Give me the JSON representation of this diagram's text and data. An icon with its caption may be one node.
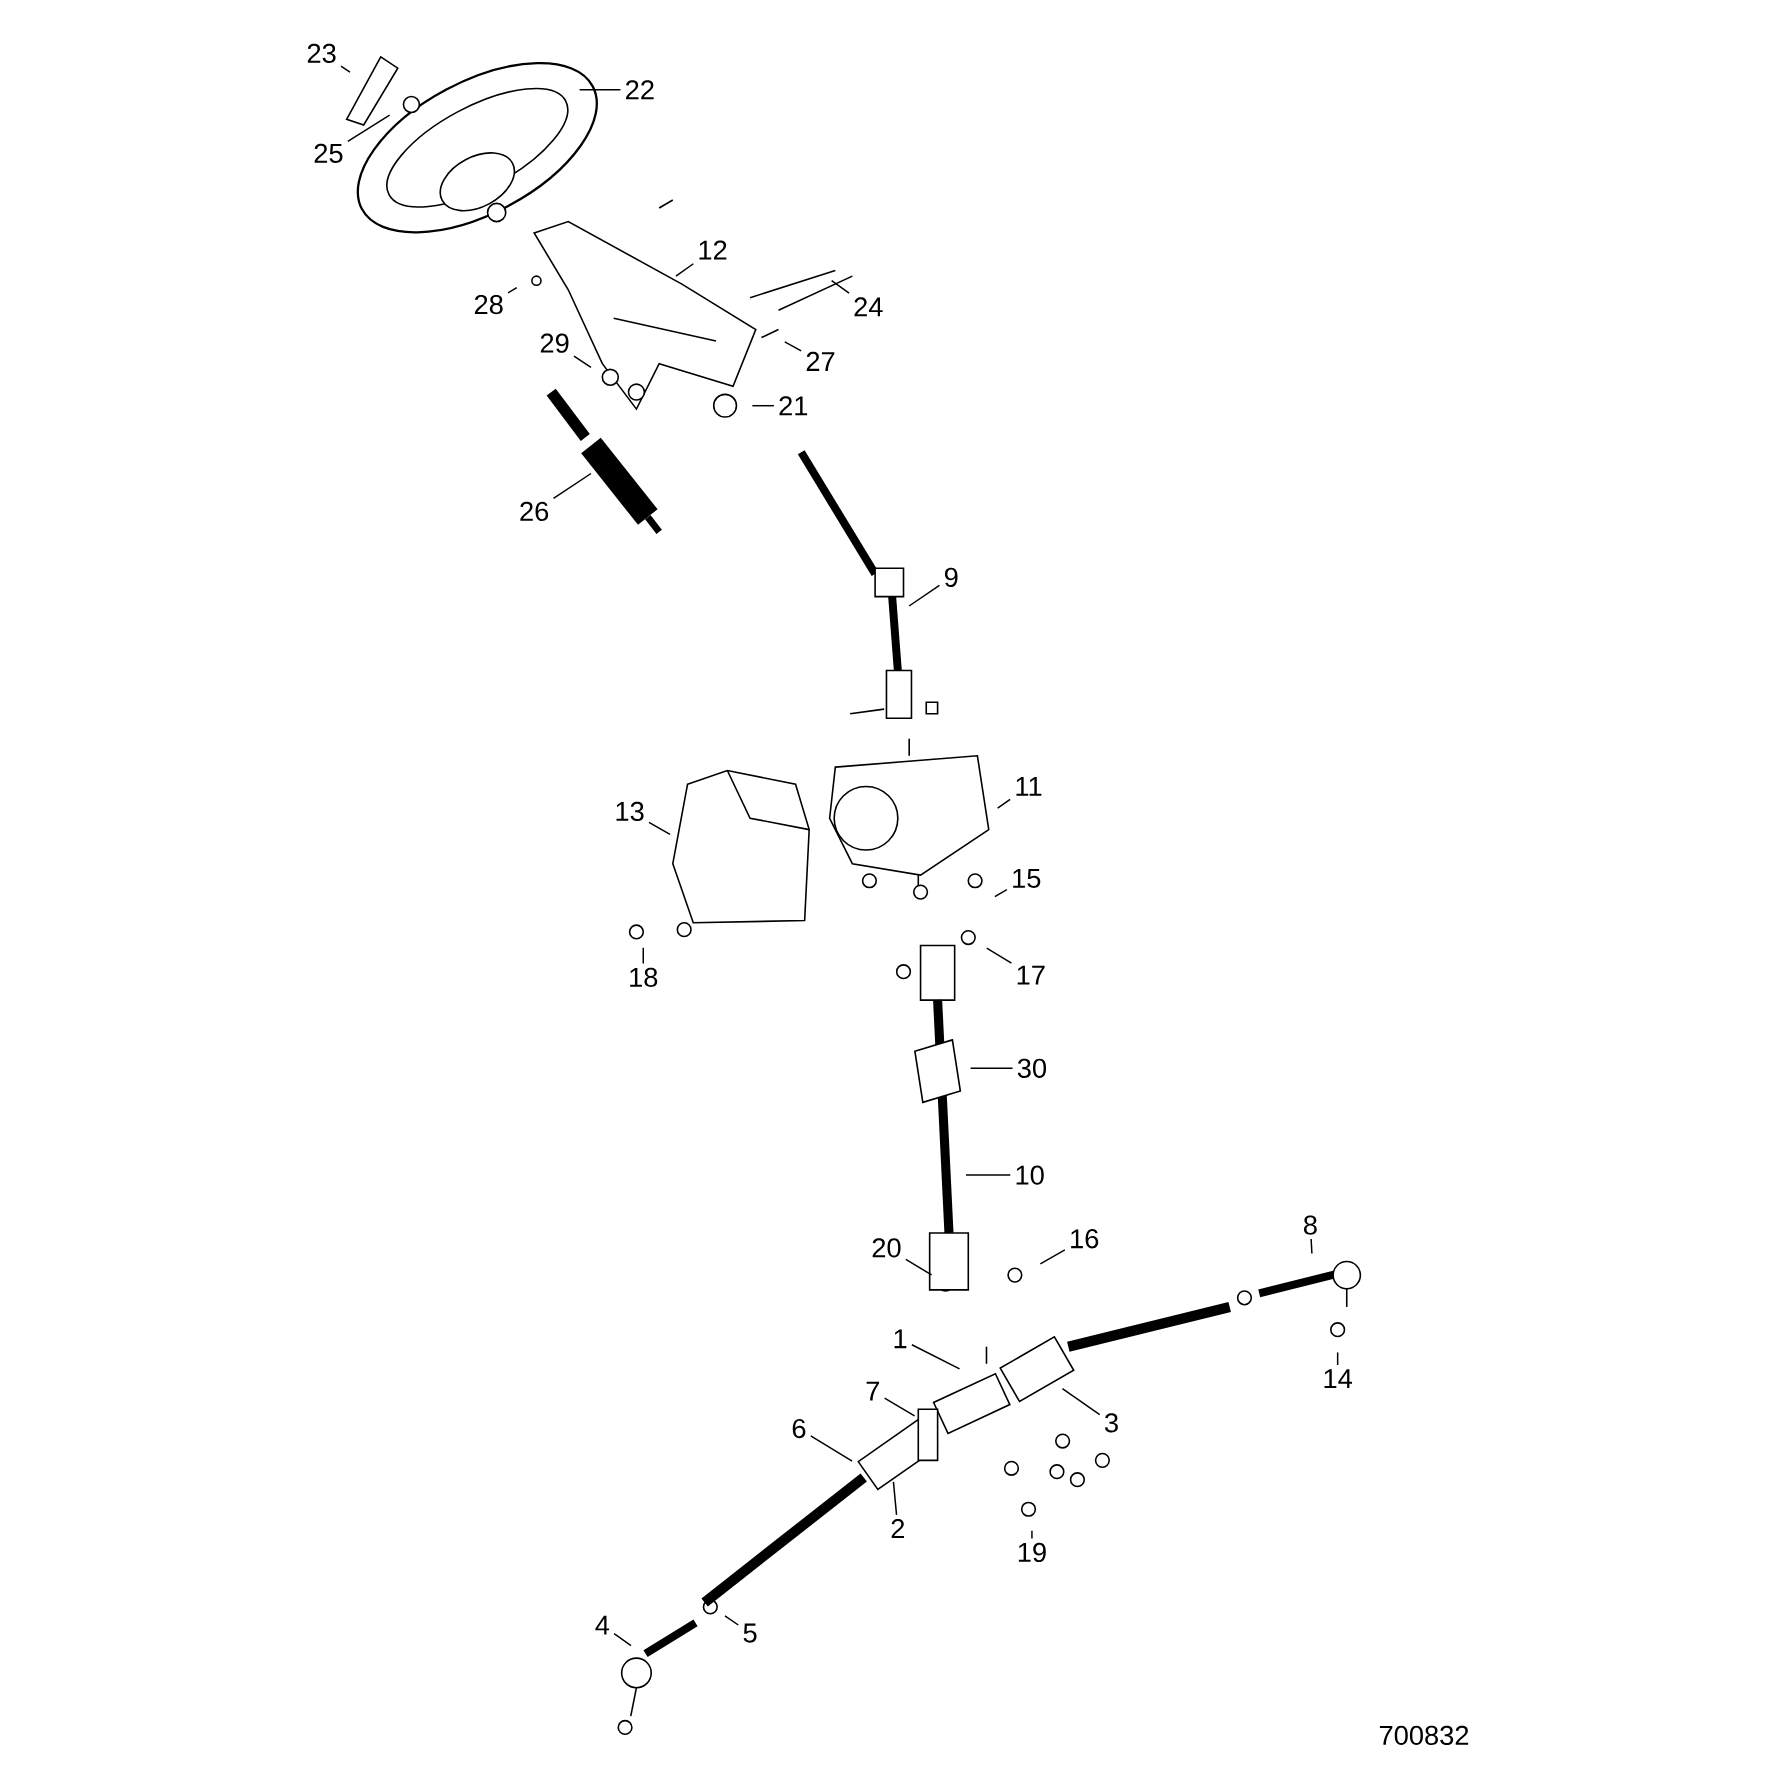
{
  "diagram": {
    "nodes": [
      {
        "text": [
          "1"
        ]
      },
      {
        "text": [
          "2"
        ]
      },
      {
        "text": [
          "3"
        ]
      },
      {
        "text": [
          "4"
        ]
      },
      {
        "text": [
          "5"
        ]
      },
      {
        "text": [
          "6"
        ]
      },
      {
        "text": [
          "7"
        ]
      },
      {
        "text": [
          "8"
        ]
      },
      {
        "text": [
          "9"
        ]
      },
      {
        "text": [
          "10"
        ]
      },
      {
        "text": [
          "11"
        ]
      },
      {
        "text": [
          "12"
        ]
      },
      {
        "text": [
          "13"
        ]
      },
      {
        "text": [
          "14"
        ]
      },
      {
        "text": [
          "15"
        ]
      },
      {
        "text": [
          "16"
        ]
      },
      {
        "text": [
          "17"
        ]
      },
      {
        "text": [
          "18"
        ]
      },
      {
        "text": [
          "19"
        ]
      },
      {
        "text": [
          "20"
        ]
      },
      {
        "text": [
          "21"
        ]
      },
      {
        "text": [
          "22"
        ]
      },
      {
        "text": [
          "23"
        ]
      },
      {
        "text": [
          "24"
        ]
      },
      {
        "text": [
          "25"
        ]
      },
      {
        "text": [
          "26"
        ]
      },
      {
        "text": [
          "27"
        ]
      },
      {
        "text": [
          "28"
        ]
      },
      {
        "text": [
          "29"
        ]
      },
      {
        "text": [
          "30"
        ]
      }
    ],
    "edges": [
      {
        "from": 0,
        "to": null,
        "arrow": "none"
      },
      {
        "from": 1,
        "to": null,
        "arrow": "none"
      },
      {
        "from": 2,
        "to": null,
        "arrow": "none"
      },
      {
        "from": 3,
        "to": null,
        "arrow": "none"
      },
      {
        "from": 4,
        "to": null,
        "arrow": "none"
      },
      {
        "from": 5,
        "to": null,
        "arrow": "none"
      },
      {
        "from": 6,
        "to": null,
        "arrow": "none"
      },
      {
        "from": 7,
        "to": null,
        "arrow": "none"
      },
      {
        "from": 8,
        "to": null,
        "arrow": "none"
      },
      {
        "from": 9,
        "to": null,
        "arrow": "none"
      },
      {
        "from": 10,
        "to": null,
        "arrow": "none"
      },
      {
        "from": 11,
        "to": null,
        "arrow": "none"
      },
      {
        "from": 12,
        "to": null,
        "arrow": "none"
      },
      {
        "from": 13,
        "to": null,
        "arrow": "none"
      },
      {
        "from": 14,
        "to": null,
        "arrow": "none"
      },
      {
        "from": 15,
        "to": null,
        "arrow": "none"
      },
      {
        "from": 16,
        "to": null,
        "arrow": "none"
      },
      {
        "from": 17,
        "to": null,
        "arrow": "none"
      },
      {
        "from": 18,
        "to": null,
        "arrow": "none"
      },
      {
        "from": 19,
        "to": null,
        "arrow": "none"
      },
      {
        "from": 20,
        "to": null,
        "arrow": "none"
      },
      {
        "from": 21,
        "to": null,
        "arrow": "none"
      },
      {
        "from": 22,
        "to": null,
        "arrow": "none"
      },
      {
        "from": 23,
        "to": null,
        "arrow": "none"
      },
      {
        "from": 24,
        "to": null,
        "arrow": "none"
      },
      {
        "from": 25,
        "to": null,
        "arrow": "none"
      },
      {
        "from": 26,
        "to": null,
        "arrow": "none"
      },
      {
        "from": 27,
        "to": null,
        "arrow": "none"
      },
      {
        "from": 28,
        "to": null,
        "arrow": "none"
      },
      {
        "from": 29,
        "to": null,
        "arrow": "none"
      }
    ],
    "labels": [
      "700832"
    ]
  }
}
